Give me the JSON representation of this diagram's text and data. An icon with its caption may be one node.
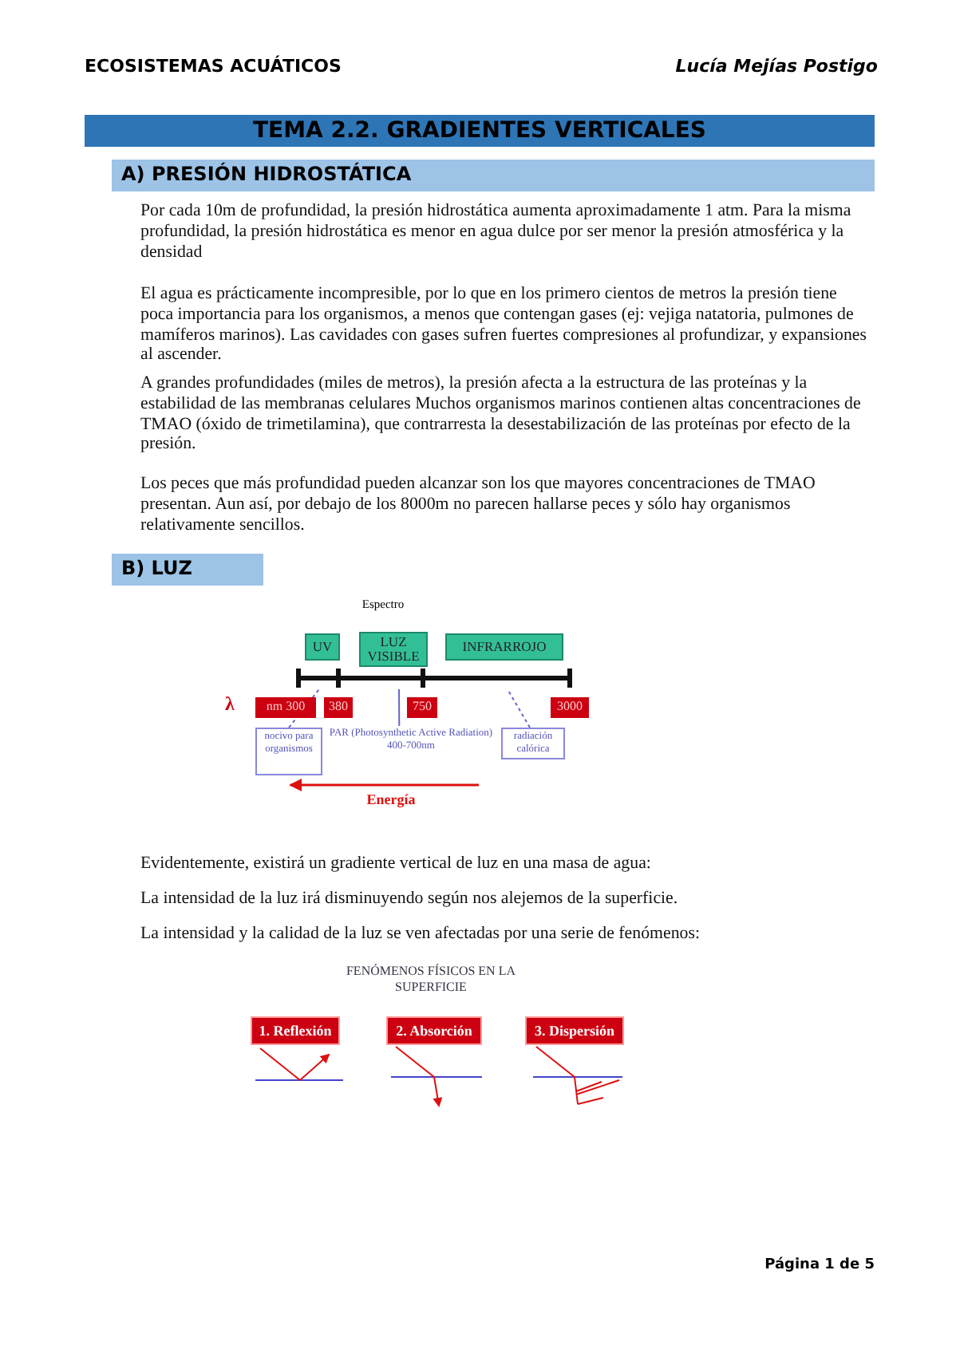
{
  "diagram": {
    "title": "TEMA 2.2. GRADIENTES VERTICALES",
    "nodes": [
      {
        "text": [
          "A) PRESIÓN HIDROSTÁTICA"
        ]
      },
      {
        "text": [
          "B) LUZ"
        ]
      },
      {
        "text": [
          "UV"
        ]
      },
      {
        "text": [
          "LUZ VISIBLE"
        ]
      },
      {
        "text": [
          "INFRARROJO"
        ]
      },
      {
        "text": [
          "nm 300"
        ]
      },
      {
        "text": [
          "380"
        ]
      },
      {
        "text": [
          "750"
        ]
      },
      {
        "text": [
          "3000"
        ]
      },
      {
        "text": [
          "nocivo para organismos"
        ]
      },
      {
        "text": [
          "PAR (Photosynthetic Active Radiation) 400-700nm"
        ]
      },
      {
        "text": [
          "radiación calórica"
        ]
      },
      {
        "text": [
          "1. Reflexión"
        ]
      },
      {
        "text": [
          "2. Absorción"
        ]
      },
      {
        "text": [
          "3. Dispersión"
        ]
      },
      {
        "text": [],
        "shape": "bar"
      }
    ],
    "edges": [
      {
        "from": 9,
        "to": 15,
        "arrow": "none",
        "style": "dashed"
      },
      {
        "from": 10,
        "to": 15,
        "arrow": "none"
      },
      {
        "from": 11,
        "to": 15,
        "arrow": "none",
        "style": "dashed"
      }
    ],
    "labels": [
      "ECOSISTEMAS ACUÁTICOS",
      "Lucía Mejías Postigo",
      "Por cada 10m de profundidad, la presión hidrostática aumenta aproximadamente 1 atm. Para la misma profundidad, la presión hidrostática es menor en agua dulce por ser menor la presión atmosférica y la densidad",
      "El agua es prácticamente incompresible, por lo que en los primero cientos de metros la presión tiene poca importancia para los organismos, a menos que contengan gases (ej: vejiga natatoria, pulmones de mamíferos marinos). Las cavidades con gases sufren fuertes compresiones al profundizar, y expansiones al ascender.",
      "A grandes profundidades (miles de metros), la presión afecta a la estructura de las proteínas y la estabilidad de las membranas celulares Muchos organismos marinos contienen altas concentraciones de TMAO (óxido de trimetilamina), que contrarresta la desestabilización de las proteínas por efecto de la presión.",
      "Los peces que más profundidad pueden alcanzar son los que mayores concentraciones de TMAO presentan. Aun así, por debajo de los 8000m no parecen hallarse peces y sólo hay organismos relativamente sencillos.",
      "Espectro",
      "λ",
      "Energía",
      "Evidentemente, existirá un gradiente vertical de luz en una masa de agua:",
      "La intensidad de la luz irá disminuyendo según nos alejemos de la superficie.",
      "La intensidad y la calidad de la luz se ven afectadas por una serie de fenómenos:",
      "FENÓMENOS FÍSICOS EN LA SUPERFICIE",
      "Página 1 de 5"
    ]
  }
}
